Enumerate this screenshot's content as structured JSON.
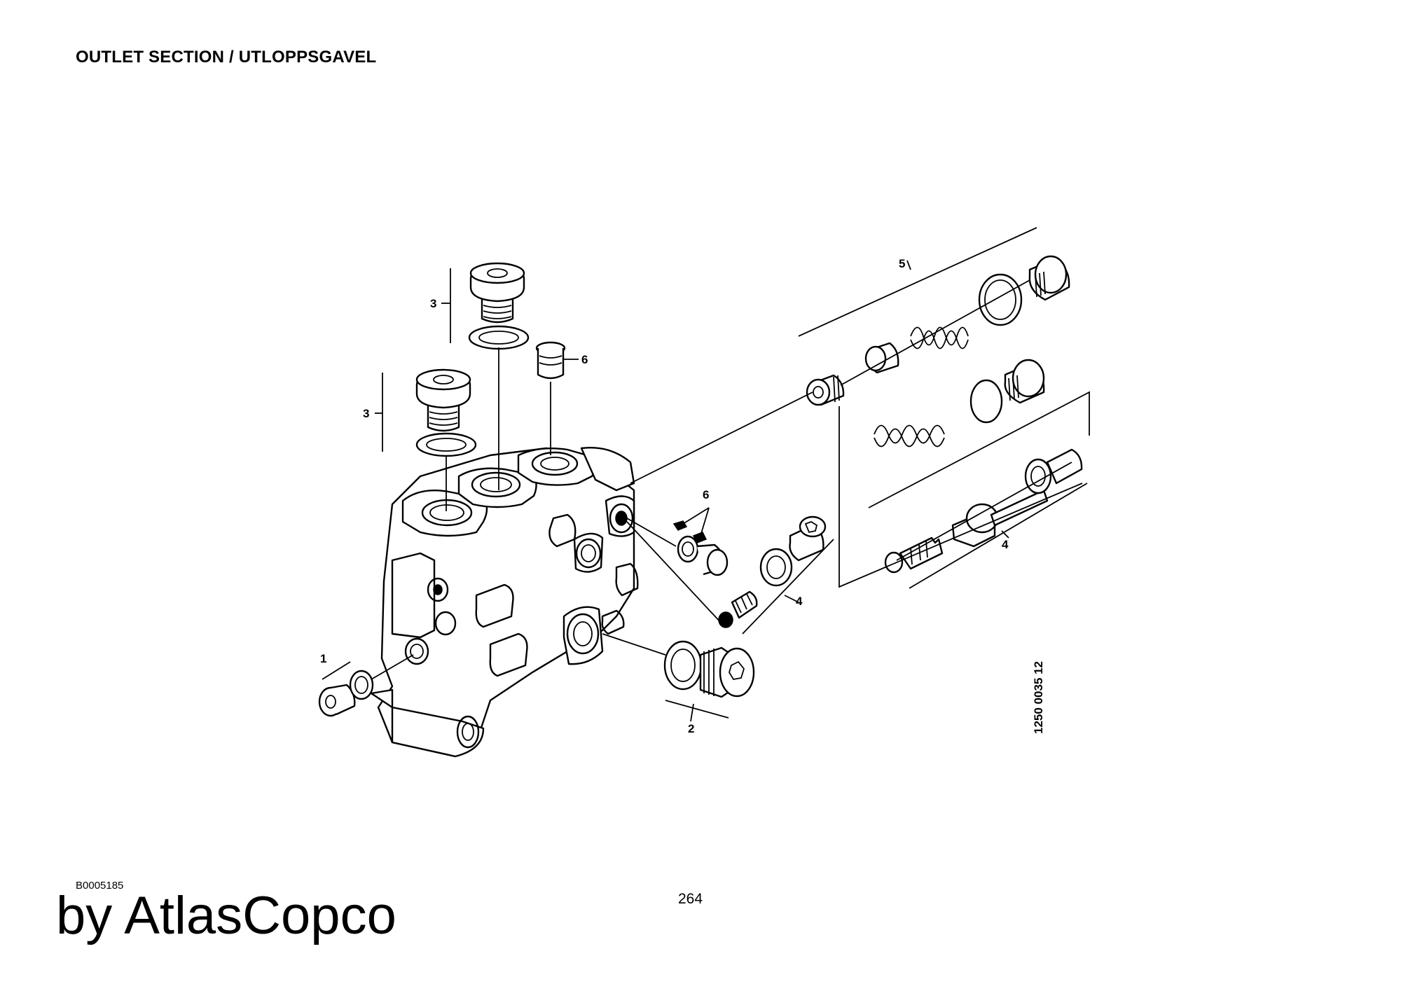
{
  "page": {
    "title": "OUTLET SECTION / UTLOPPSGAVEL",
    "doc_id": "B0005185",
    "page_number": "264",
    "watermark": "by AtlasCopco"
  },
  "diagram": {
    "drawing_number": "1250 0035 12",
    "callouts": {
      "c1": "1",
      "c2": "2",
      "c3a": "3",
      "c3b": "3",
      "c4a": "4",
      "c4b": "4",
      "c5": "5",
      "c6a": "6",
      "c6b": "6"
    }
  }
}
